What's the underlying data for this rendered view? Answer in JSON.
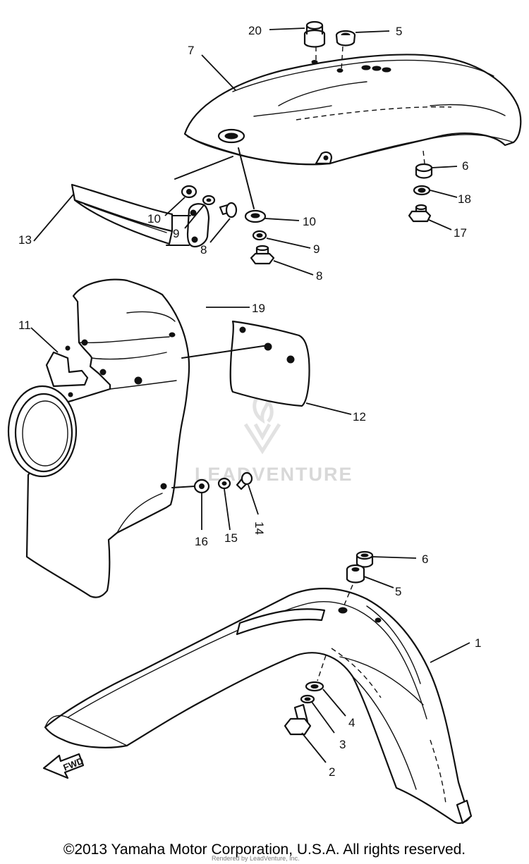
{
  "watermark": {
    "text": "LEADVENTURE"
  },
  "callouts": [
    {
      "id": "c20a",
      "label": "20"
    },
    {
      "id": "c5a",
      "label": "5"
    },
    {
      "id": "c7",
      "label": "7"
    },
    {
      "id": "c6a",
      "label": "6"
    },
    {
      "id": "c18",
      "label": "18"
    },
    {
      "id": "c17",
      "label": "17"
    },
    {
      "id": "c10a",
      "label": "10"
    },
    {
      "id": "c9a",
      "label": "9"
    },
    {
      "id": "c8a",
      "label": "8"
    },
    {
      "id": "c10b",
      "label": "10"
    },
    {
      "id": "c9b",
      "label": "9"
    },
    {
      "id": "c8b",
      "label": "8"
    },
    {
      "id": "c13",
      "label": "13"
    },
    {
      "id": "c19",
      "label": "19"
    },
    {
      "id": "c11",
      "label": "11"
    },
    {
      "id": "c12",
      "label": "12"
    },
    {
      "id": "c16",
      "label": "16"
    },
    {
      "id": "c15",
      "label": "15"
    },
    {
      "id": "c14",
      "label": "14"
    },
    {
      "id": "c6b",
      "label": "6"
    },
    {
      "id": "c5b",
      "label": "5"
    },
    {
      "id": "c1",
      "label": "1"
    },
    {
      "id": "c4",
      "label": "4"
    },
    {
      "id": "c3",
      "label": "3"
    },
    {
      "id": "c2",
      "label": "2"
    }
  ],
  "fwd_label": "FWD",
  "copyright": "©2013 Yamaha Motor Corporation, U.S.A. All rights reserved.",
  "fine_print": "Rendered by LeadVenture, Inc."
}
